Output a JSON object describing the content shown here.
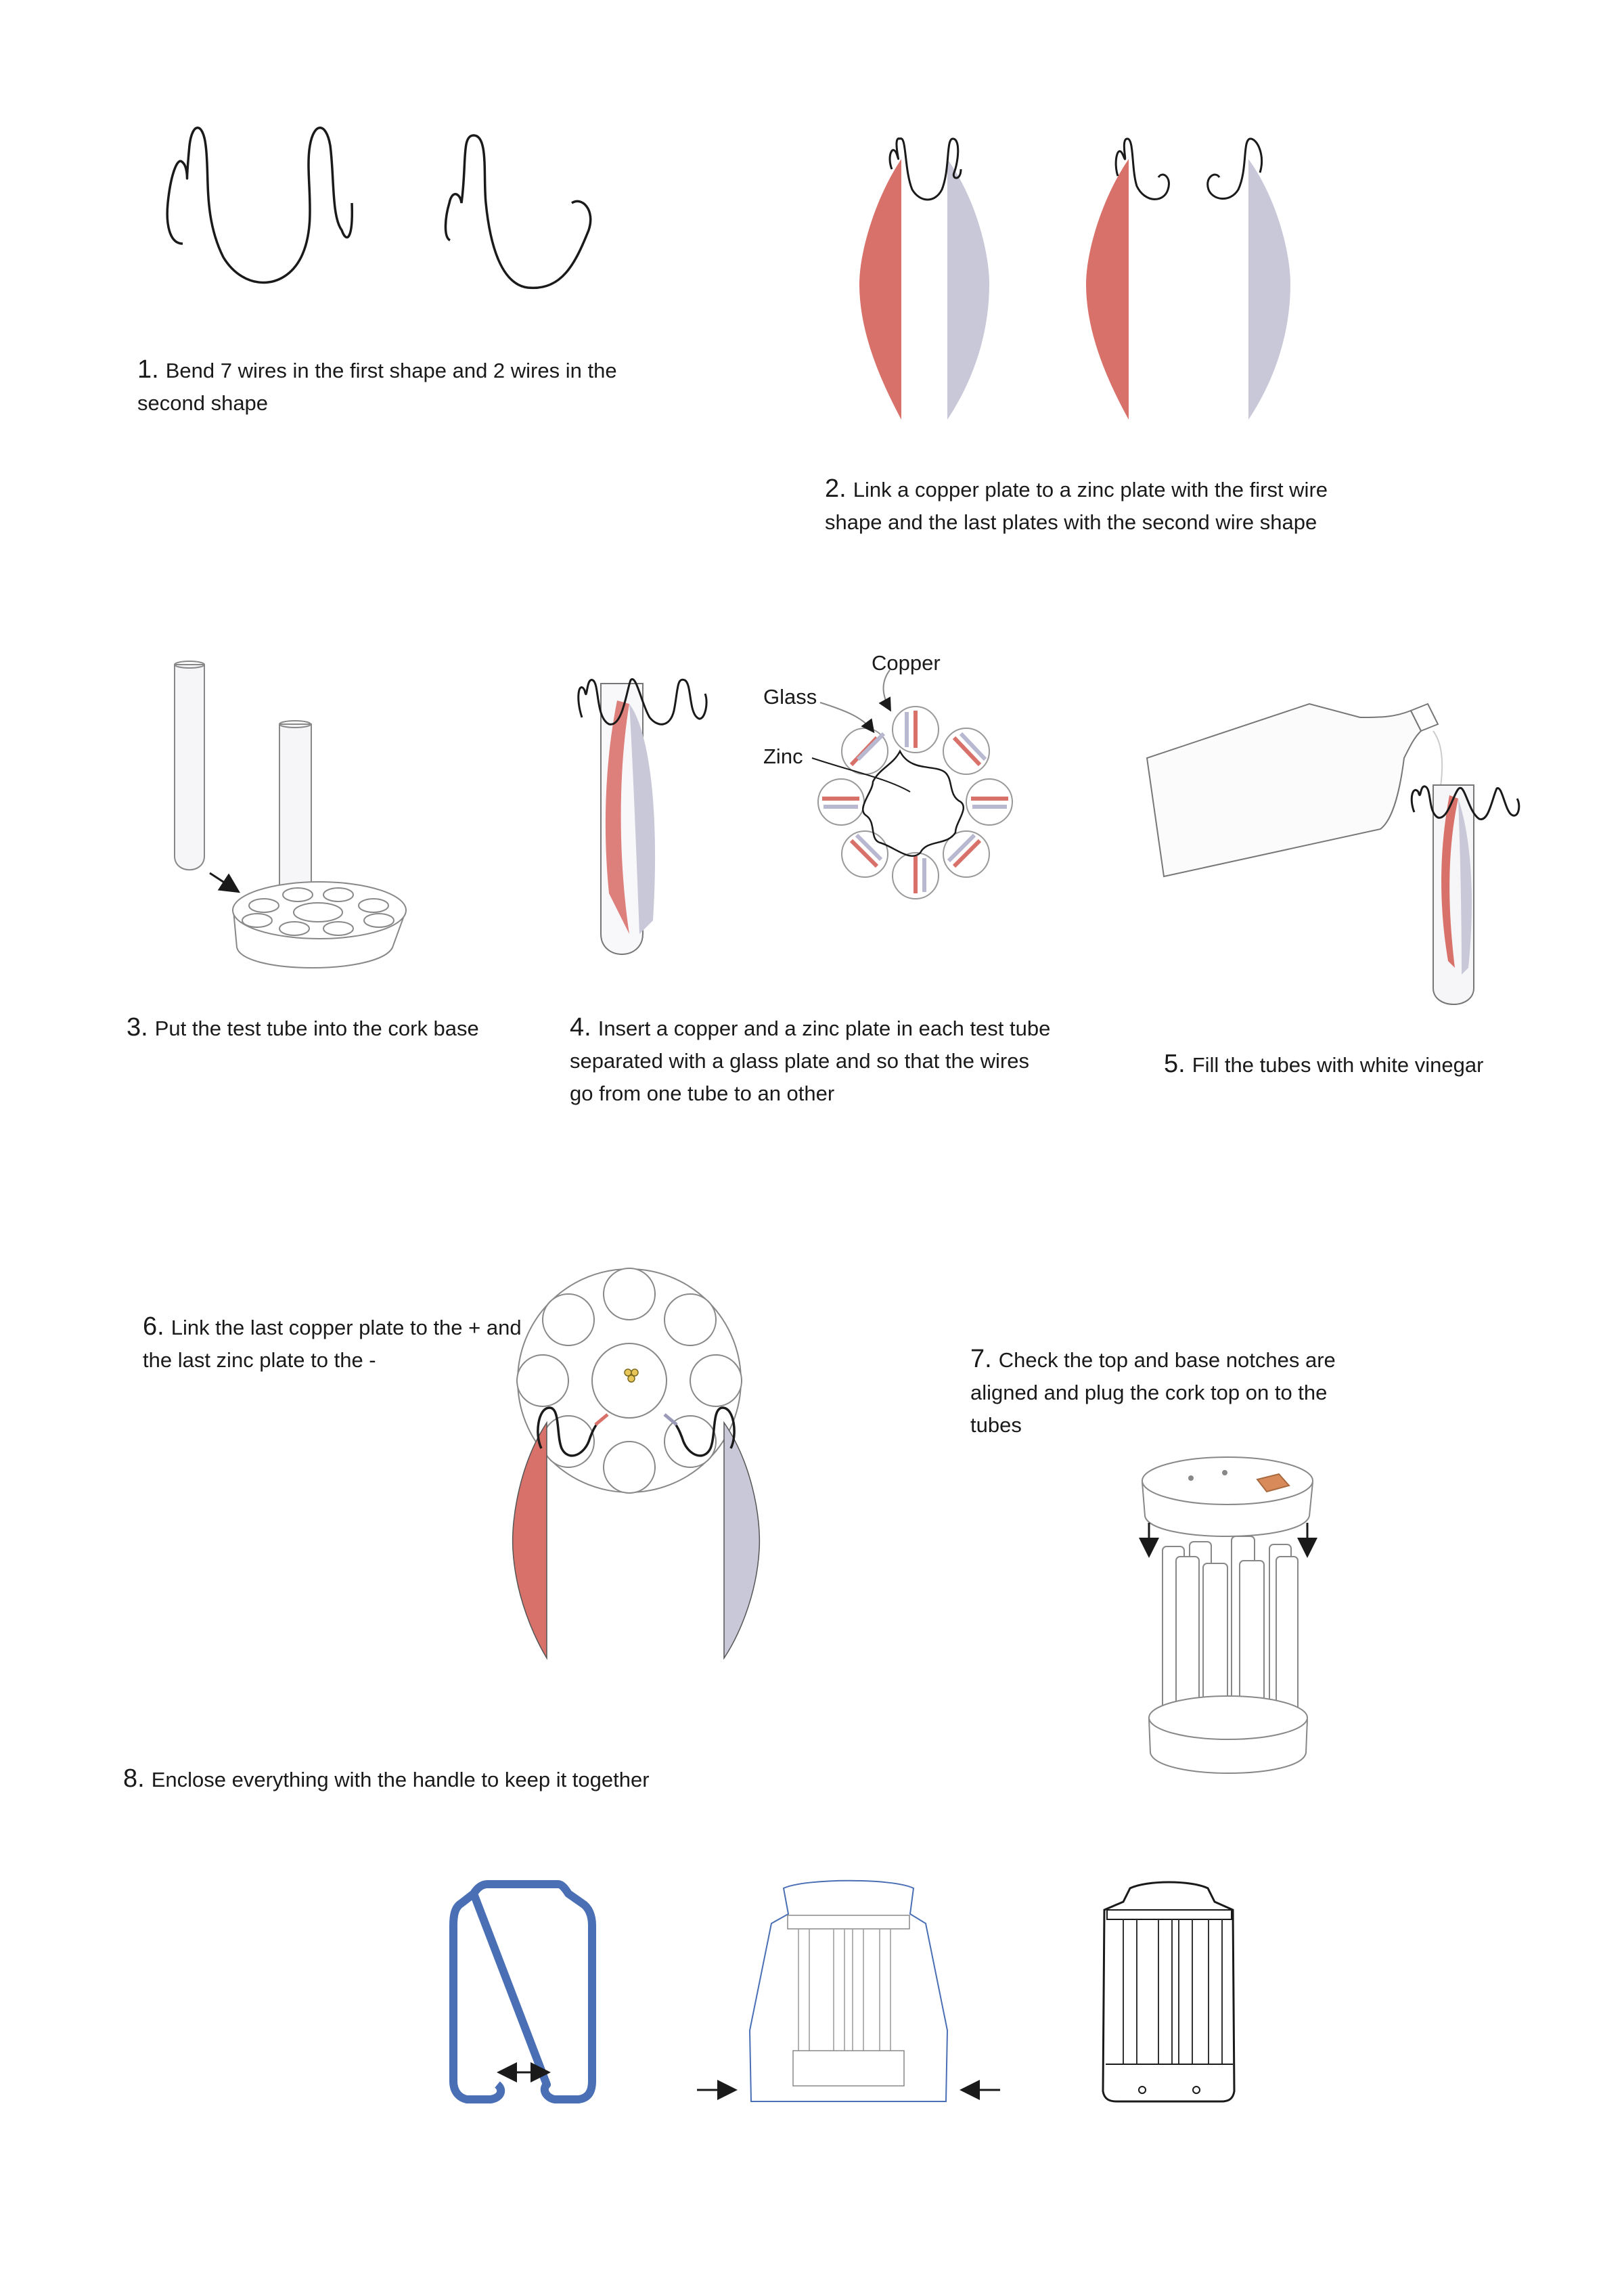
{
  "steps": [
    {
      "number": "1.",
      "text": "Bend 7 wires in the first shape and 2 wires in the second shape"
    },
    {
      "number": "2.",
      "text": "Link a copper plate to a zinc plate with the first wire shape and the last plates with the second wire shape"
    },
    {
      "number": "3.",
      "text": "Put the test tube into the cork base"
    },
    {
      "number": "4.",
      "text": "Insert a copper and a zinc plate in each test tube separated with a glass plate and so that the wires go from one tube to an other"
    },
    {
      "number": "5.",
      "text": "Fill the tubes with white vinegar"
    },
    {
      "number": "6.",
      "text": "Link the last copper plate to the + and the last zinc plate to the -"
    },
    {
      "number": "7.",
      "text": "Check the top and base notches are aligned and plug the cork top on to the tubes"
    },
    {
      "number": "8.",
      "text": "Enclose everything with the handle to keep it together"
    }
  ],
  "labels": {
    "copper": "Copper",
    "glass": "Glass",
    "zinc": "Zinc"
  },
  "colors": {
    "copper": "#d9716b",
    "zinc": "#c8c8d8",
    "handle": "#4a6fb5",
    "cork": "#d98a5a",
    "line": "#1a1a1a",
    "thin_line": "#777777"
  }
}
